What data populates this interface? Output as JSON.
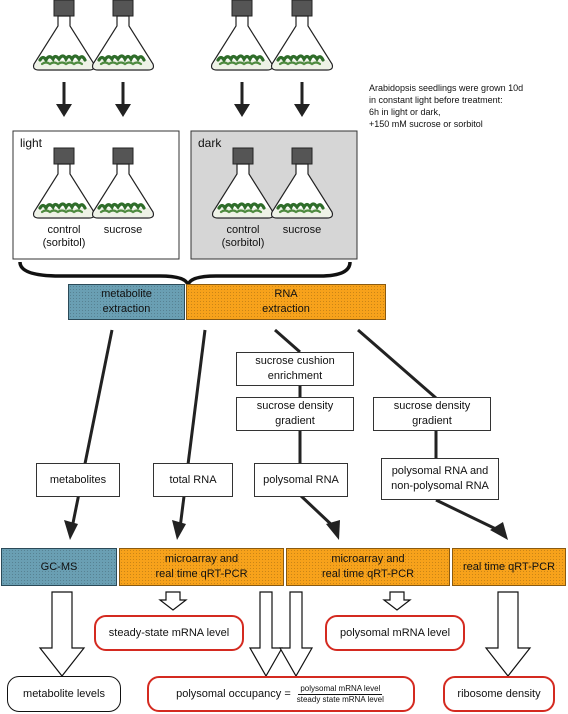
{
  "note": {
    "lines": [
      "Arabidopsis seedlings were grown 10d",
      "in constant light before treatment:",
      "6h in light or dark,",
      "+150 mM sucrose or sorbitol"
    ]
  },
  "panels": {
    "light": {
      "label": "light",
      "left_flask": [
        "control",
        "(sorbitol)"
      ],
      "right_flask": "sucrose"
    },
    "dark": {
      "label": "dark",
      "left_flask": [
        "control",
        "(sorbitol)"
      ],
      "right_flask": "sucrose"
    }
  },
  "extraction": {
    "metabolite": [
      "metabolite",
      "extraction"
    ],
    "rna": [
      "RNA",
      "extraction"
    ]
  },
  "steps": {
    "cushion": [
      "sucrose cushion",
      "enrichment"
    ],
    "density_mid": [
      "sucrose density",
      "gradient"
    ],
    "density_right": [
      "sucrose density",
      "gradient"
    ]
  },
  "fractions": {
    "metabolites": "metabolites",
    "total_rna": "total RNA",
    "polysomal_rna": "polysomal RNA",
    "poly_nonpoly": [
      "polysomal RNA and",
      "non-polysomal RNA"
    ]
  },
  "analysis": {
    "gcms": "GC-MS",
    "array1": [
      "microarray and",
      "real time qRT-PCR"
    ],
    "array2": [
      "microarray and",
      "real time qRT-PCR"
    ],
    "qrtpcr": "real time qRT-PCR"
  },
  "results": {
    "steady_state": "steady-state mRNA level",
    "polysomal_level": "polysomal mRNA level",
    "metabolite_levels": "metabolite levels",
    "occupancy_label": "polysomal occupancy =",
    "occupancy_num": "polysomal mRNA level",
    "occupancy_den": "steady state mRNA level",
    "ribosome_density": "ribosome density"
  },
  "colors": {
    "blue": "#6a9fb3",
    "orange": "#f7a21b",
    "red_outline": "#d42a20",
    "dark_panel": "#d6d6d6"
  }
}
